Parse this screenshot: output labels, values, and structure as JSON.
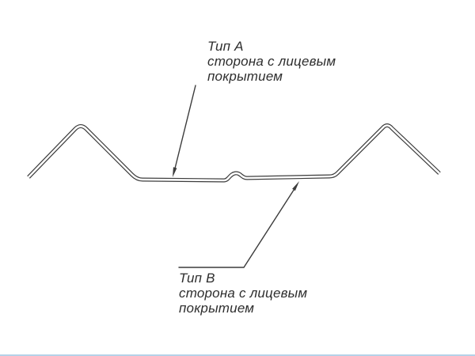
{
  "colors": {
    "bg": "#ffffff",
    "line": "#3c3c3c",
    "text": "#2e2e2e",
    "accent": "#b5d1e8"
  },
  "labels": {
    "type_a": {
      "title": "Тип А",
      "line1": "сторона с лицевым",
      "line2": "покрытием"
    },
    "type_b": {
      "title": "Тип В",
      "line1": "сторона с лицевым",
      "line2": "покрытием"
    }
  }
}
